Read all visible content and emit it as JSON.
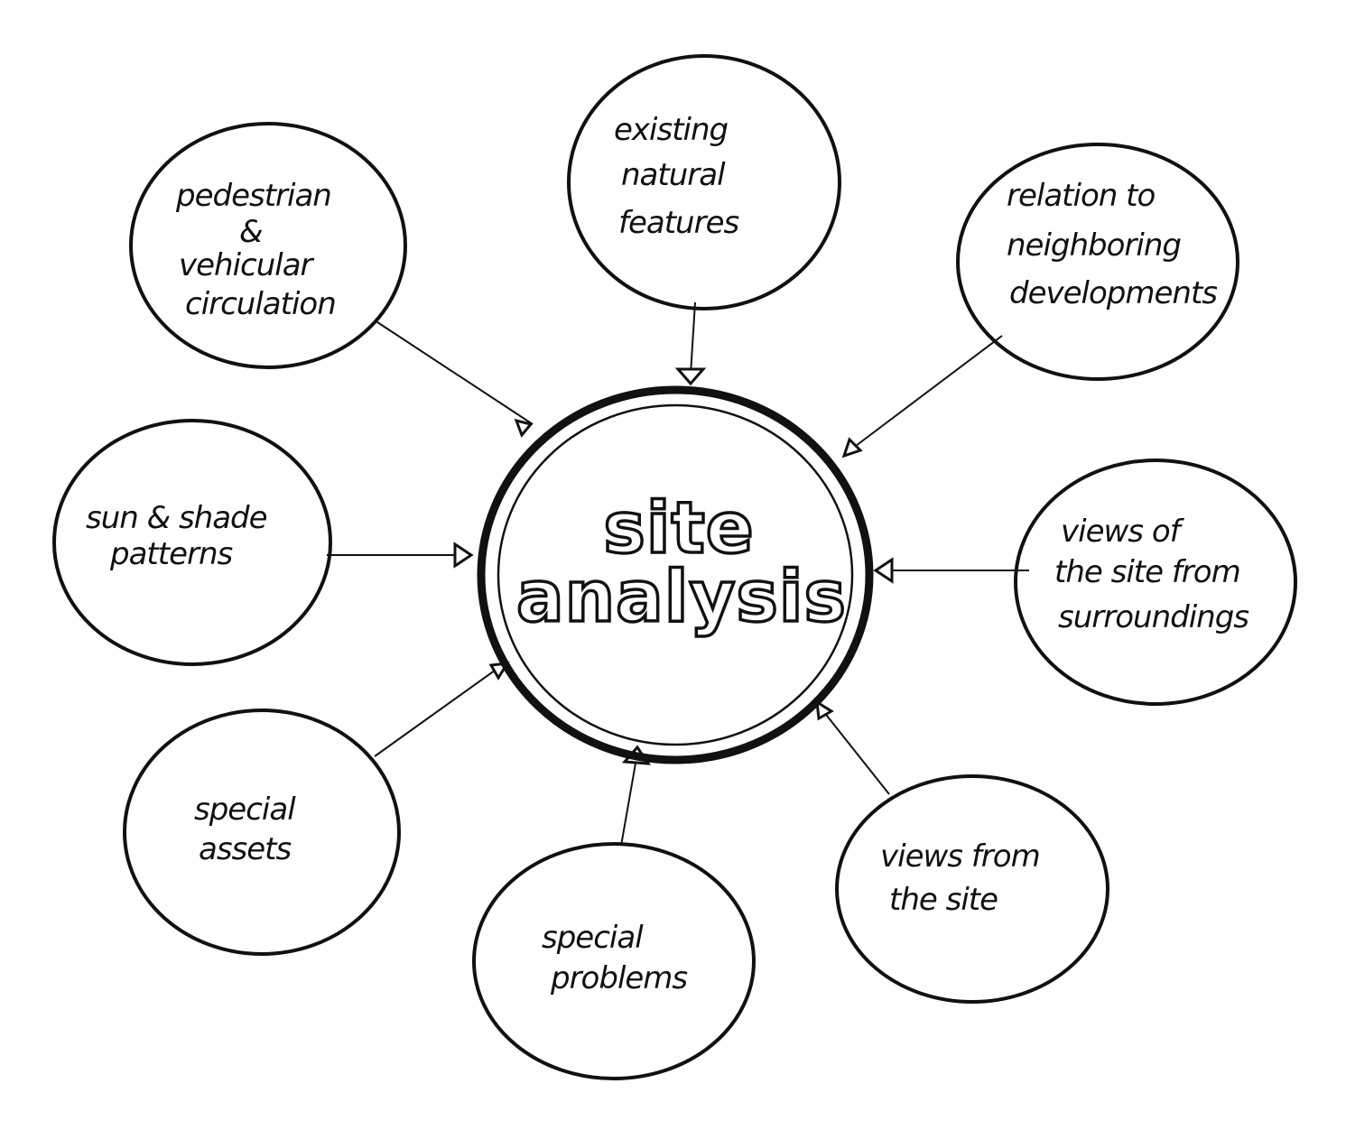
{
  "center": {
    "line1": "site",
    "line2": "analysis"
  },
  "nodes": {
    "pedestrian": [
      "pedestrian",
      "&",
      "vehicular",
      "circulation"
    ],
    "natural": [
      "existing",
      "natural",
      "features"
    ],
    "neighbors": [
      "relation to",
      "neighboring",
      "developments"
    ],
    "sun": [
      "sun & shade",
      "patterns"
    ],
    "views_of": [
      "views of",
      "the site from",
      "surroundings"
    ],
    "assets": [
      "special",
      "assets"
    ],
    "problems": [
      "special",
      "problems"
    ],
    "views_from": [
      "views from",
      "the site"
    ]
  }
}
